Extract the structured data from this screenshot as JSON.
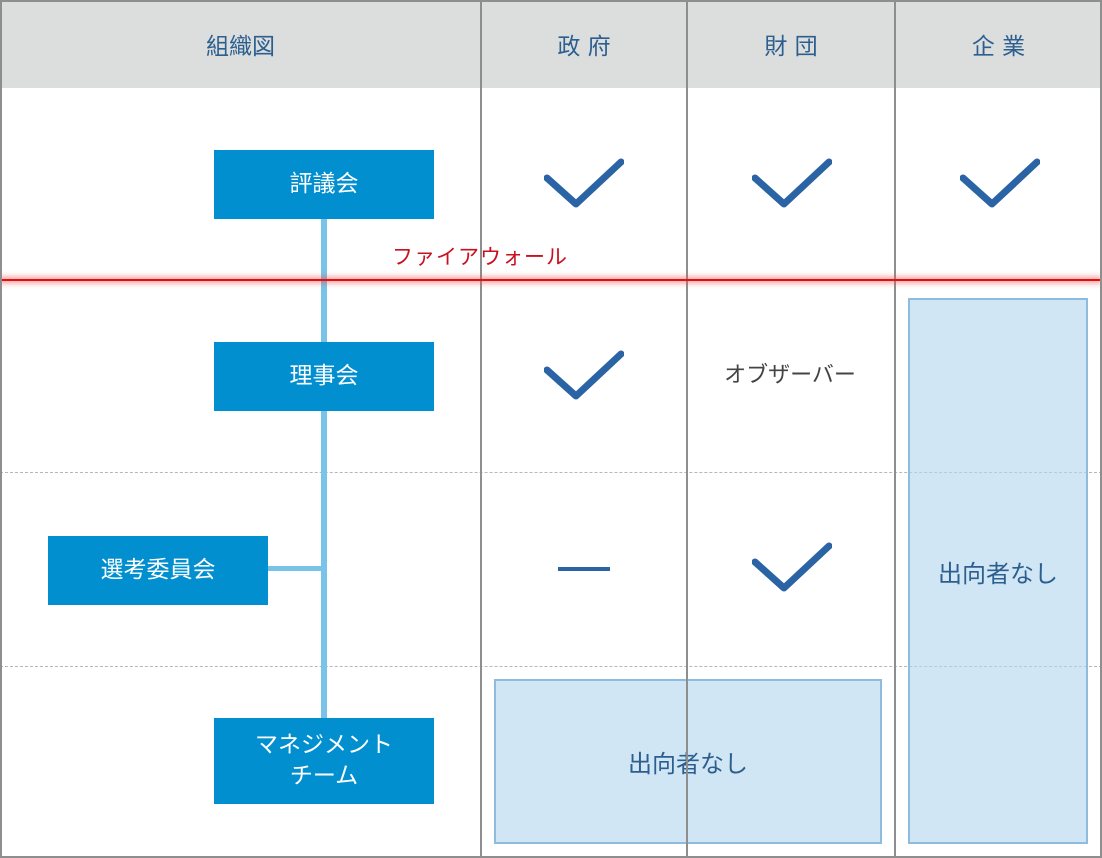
{
  "header": {
    "org_chart": "組織図",
    "government": "政 府",
    "foundation": "財 団",
    "company": "企 業"
  },
  "firewall_label": "ファイアウォール",
  "org": {
    "council": "評議会",
    "board": "理事会",
    "selection_committee": "選考委員会",
    "management_line1": "マネジメント",
    "management_line2": "チーム"
  },
  "cells": {
    "board_foundation": "オブザーバー",
    "no_assignment_company": "出向者なし",
    "no_assignment_management": "出向者なし"
  },
  "matrix": {
    "council": {
      "government": "check",
      "foundation": "check",
      "company": "check"
    },
    "board": {
      "government": "check",
      "foundation": "observer",
      "company": "none-span"
    },
    "selection_committee": {
      "government": "dash",
      "foundation": "check",
      "company": "none-span"
    },
    "management": {
      "government": "none-span",
      "foundation": "none-span",
      "company": "none-span"
    }
  },
  "colors": {
    "header_bg": "#dcdedd",
    "header_text": "#2c5f8f",
    "org_box": "#028fd0",
    "connector": "#7ac3e8",
    "check": "#2a64a4",
    "firewall": "#e11010",
    "no_assignment_fill": "#cfe5f3"
  },
  "icons": {
    "check": "check-mark-icon",
    "dash": "dash-icon"
  }
}
